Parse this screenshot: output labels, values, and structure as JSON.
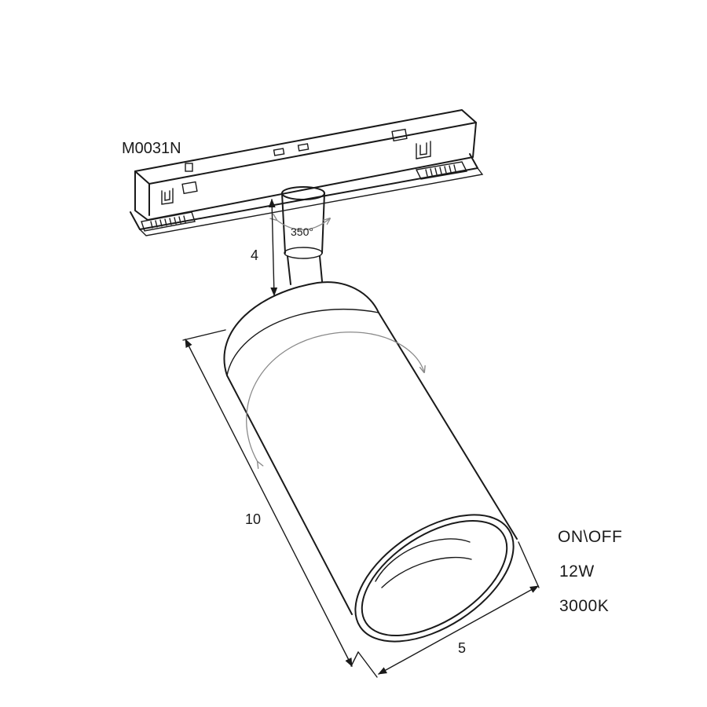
{
  "labels": {
    "model": "M0031N",
    "rotation_angle": "350°",
    "dim_stem": "4",
    "dim_length": "10",
    "dim_diameter": "5"
  },
  "specs": [
    "ON\\OFF",
    "12W",
    "3000K"
  ]
}
